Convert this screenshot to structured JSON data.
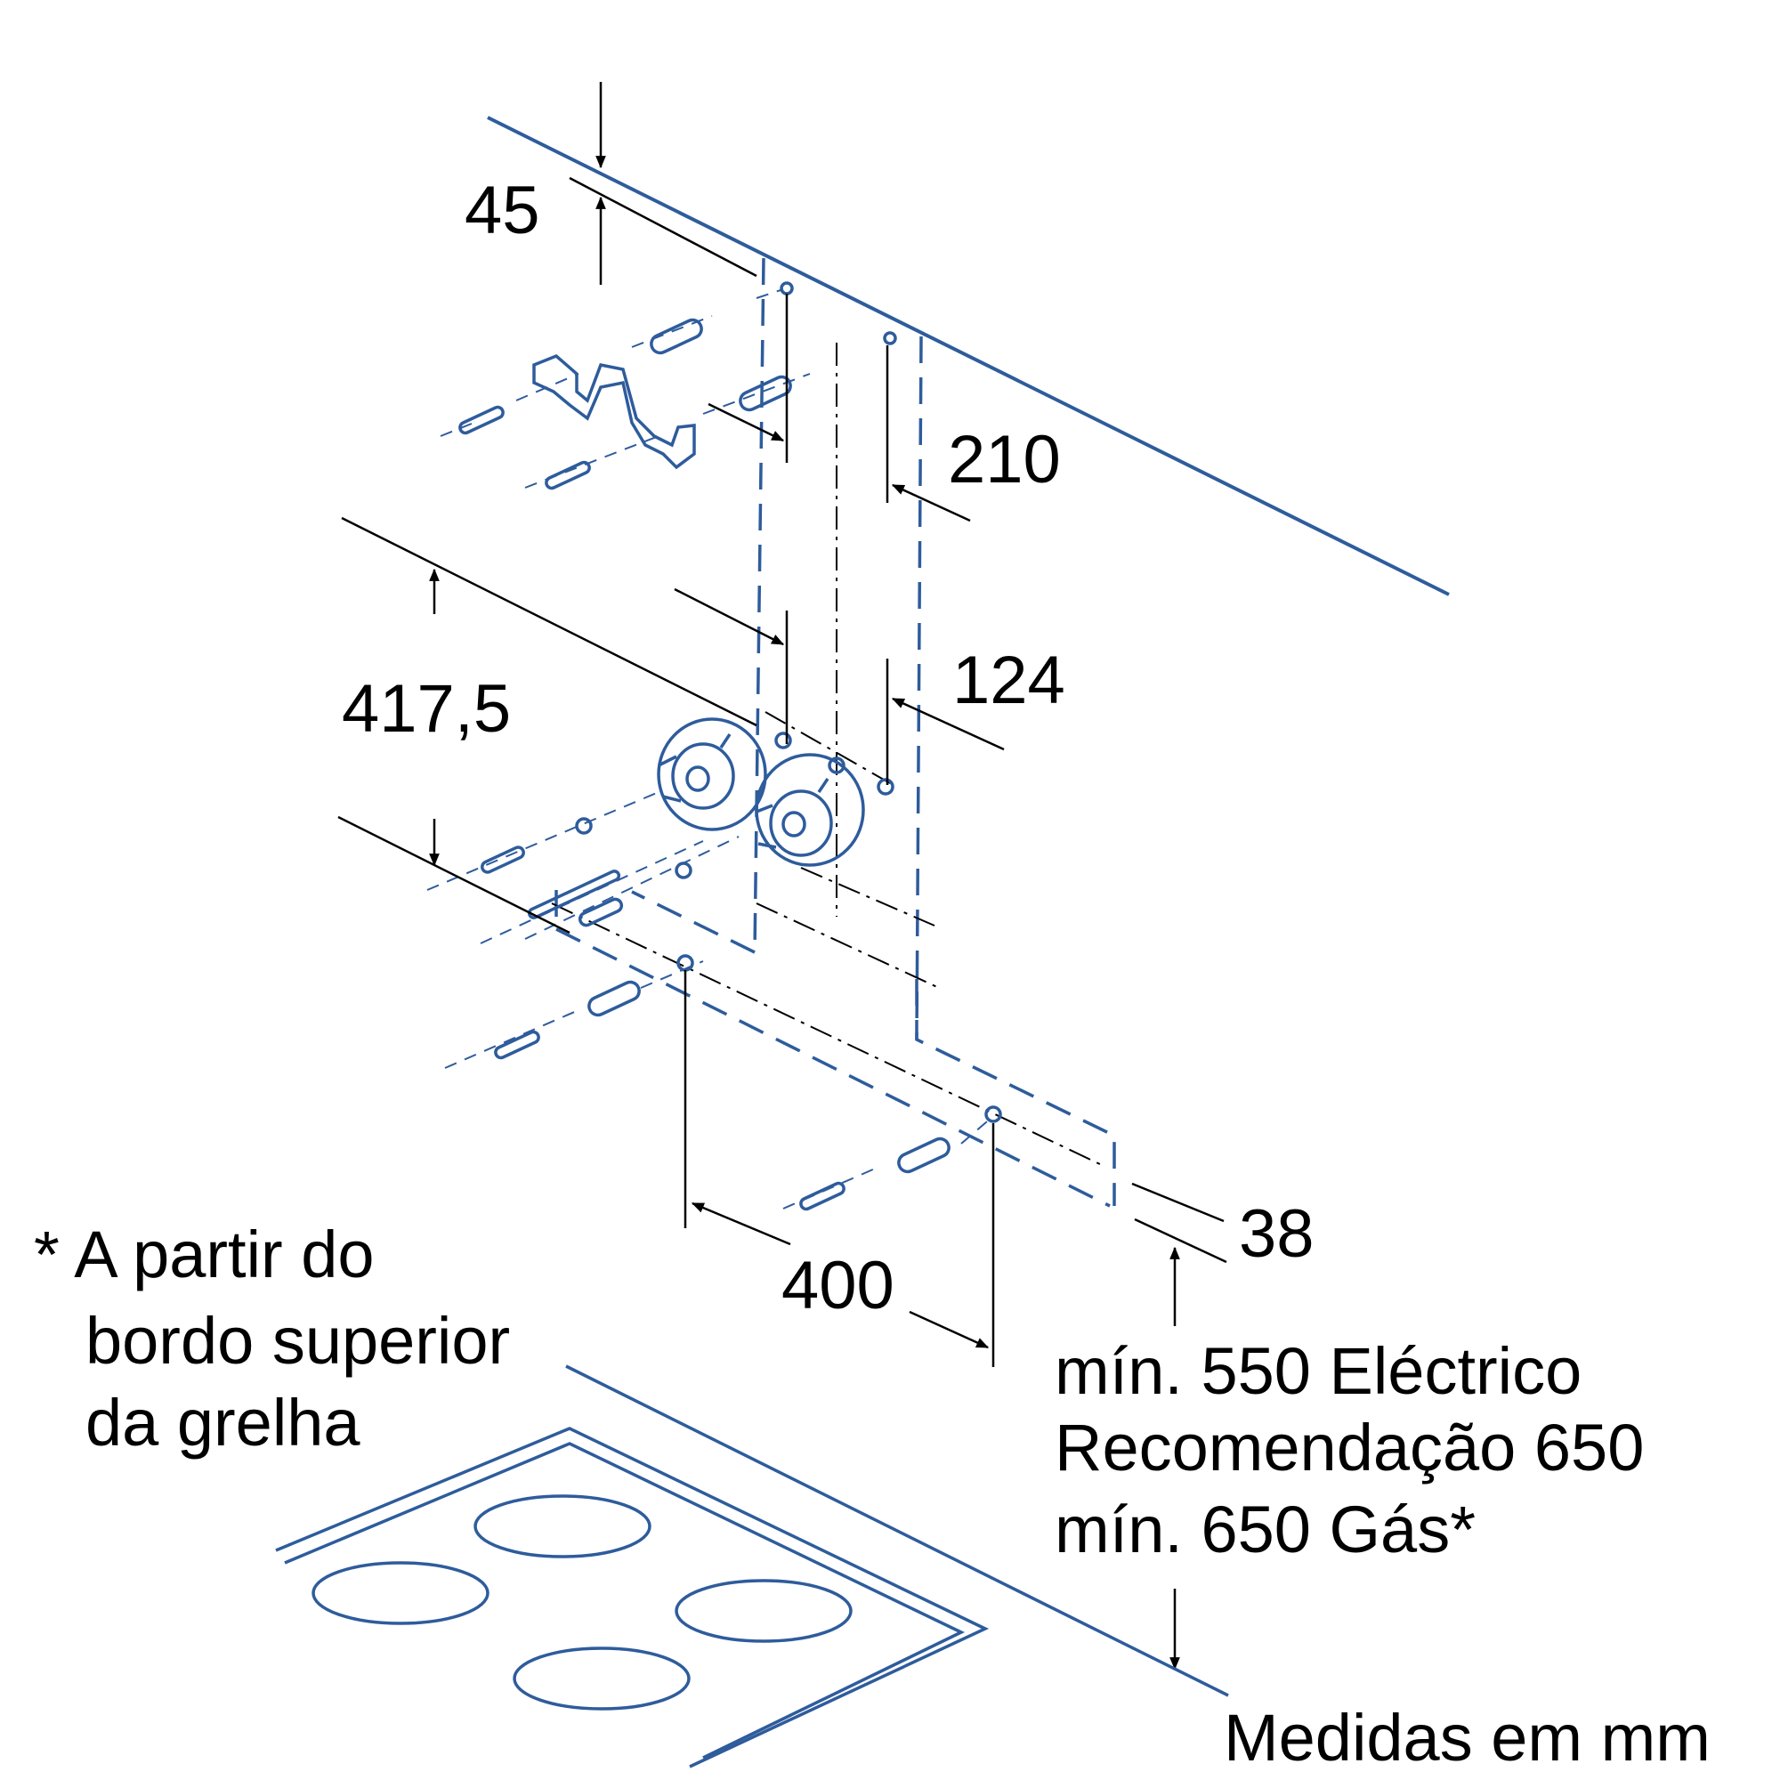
{
  "colors": {
    "line": "#000000",
    "part": "#2e5c9c",
    "background": "#ffffff"
  },
  "dimensions": {
    "ceiling_offset": "45",
    "bracket_offset": "210",
    "motor_height": "417,5",
    "motor_offset": "124",
    "hole_spacing": "400",
    "bottom_offset": "38"
  },
  "height_notes": {
    "electric": "mín. 550 Eléctrico",
    "recommendation": "Recomendação 650",
    "gas": "mín. 650 Gás*"
  },
  "footnote": {
    "line1": "* A partir do",
    "line2": "bordo superior",
    "line3": "da grelha"
  },
  "units_note": "Medidas em mm"
}
